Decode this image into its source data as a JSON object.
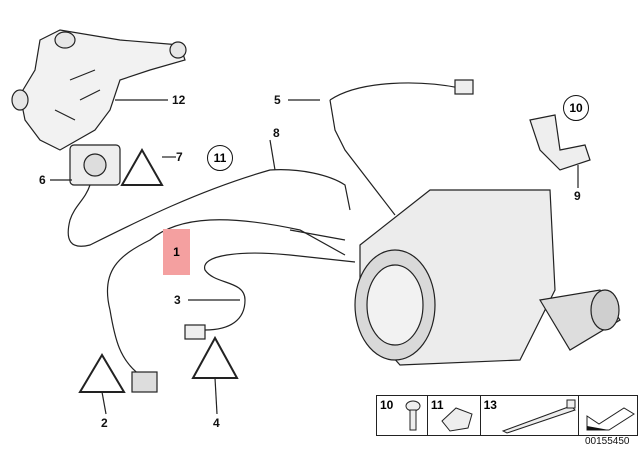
{
  "diagram": {
    "part_labels": {
      "p1": "1",
      "p2": "2",
      "p3": "3",
      "p4": "4",
      "p5": "5",
      "p6": "6",
      "p7": "7",
      "p8": "8",
      "p9": "9",
      "p10": "10",
      "p11": "11",
      "p12": "12"
    },
    "highlight_color": "#f4a0a0",
    "legend": {
      "c10": "10",
      "c11": "11",
      "c13": "13"
    },
    "catalog_number": "00155450"
  }
}
